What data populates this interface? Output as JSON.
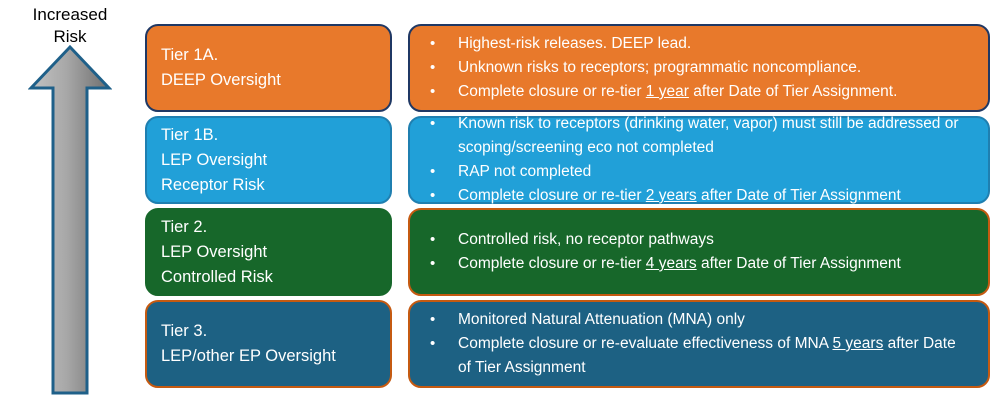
{
  "axis": {
    "label": "Increased\nRisk",
    "arrow_icon": "up-arrow-icon",
    "arrow_direction": "up",
    "arrow_fill_light": "#b4b4b4",
    "arrow_fill_dark": "#7a7a7a",
    "arrow_stroke": "#1f6089"
  },
  "colors": {
    "tier1a_fill": "#e8792b",
    "tier1a_border": "#1f3864",
    "tier1b_fill": "#21a0d8",
    "tier1b_border": "#1f7fb0",
    "tier2_fill": "#17672a",
    "tier2_border": "#17672a",
    "tier3_fill": "#1d6183",
    "tier3_border": "#c55a11",
    "text": "#ffffff"
  },
  "tiers": [
    {
      "id": "tier-1a",
      "fill": "#e8792b",
      "border": "#1f3864",
      "detail_fill": "#e8792b",
      "detail_border": "#1f3864",
      "label_lines": [
        "Tier 1A.",
        "DEEP Oversight"
      ],
      "bullet_marker": "•",
      "bullets": [
        {
          "parts": [
            {
              "t": "Highest-risk releases. DEEP lead.",
              "u": false
            }
          ]
        },
        {
          "parts": [
            {
              "t": "Unknown risks to receptors; programmatic noncompliance.",
              "u": false
            }
          ]
        },
        {
          "parts": [
            {
              "t": "Complete closure or re-tier ",
              "u": false
            },
            {
              "t": "1 year",
              "u": true
            },
            {
              "t": " after Date of Tier Assignment.",
              "u": false
            }
          ]
        }
      ]
    },
    {
      "id": "tier-1b",
      "fill": "#21a0d8",
      "border": "#1f7fb0",
      "detail_fill": "#21a0d8",
      "detail_border": "#1f7fb0",
      "label_lines": [
        "Tier 1B.",
        "LEP Oversight",
        "Receptor Risk"
      ],
      "bullet_marker": "•",
      "bullets": [
        {
          "parts": [
            {
              "t": "Known risk to receptors (drinking water, vapor) must still be addressed or scoping/screening eco not completed",
              "u": false
            }
          ]
        },
        {
          "parts": [
            {
              "t": "RAP not completed",
              "u": false
            }
          ]
        },
        {
          "parts": [
            {
              "t": "Complete closure or re-tier ",
              "u": false
            },
            {
              "t": "2 years",
              "u": true
            },
            {
              "t": " after Date of Tier Assignment",
              "u": false
            }
          ]
        }
      ]
    },
    {
      "id": "tier-2",
      "fill": "#17672a",
      "border": "#17672a",
      "detail_fill": "#17672a",
      "detail_border": "#c55a11",
      "label_lines": [
        "Tier 2.",
        "LEP Oversight",
        "Controlled Risk"
      ],
      "bullet_marker": "•",
      "bullets": [
        {
          "parts": [
            {
              "t": "Controlled risk, no receptor pathways",
              "u": false
            }
          ]
        },
        {
          "parts": [
            {
              "t": "Complete closure or re-tier ",
              "u": false
            },
            {
              "t": "4 years",
              "u": true
            },
            {
              "t": " after Date of Tier Assignment",
              "u": false
            }
          ]
        }
      ]
    },
    {
      "id": "tier-3",
      "fill": "#1d6183",
      "border": "#c55a11",
      "detail_fill": "#1d6183",
      "detail_border": "#c55a11",
      "label_lines": [
        "Tier 3.",
        "LEP/other EP Oversight"
      ],
      "bullet_marker": "•",
      "bullets": [
        {
          "parts": [
            {
              "t": "Monitored Natural Attenuation (MNA) only",
              "u": false
            }
          ]
        },
        {
          "parts": [
            {
              "t": "Complete closure or re-evaluate effectiveness of MNA ",
              "u": false
            },
            {
              "t": "5 years",
              "u": true
            },
            {
              "t": " after Date of Tier Assignment",
              "u": false
            }
          ]
        }
      ]
    }
  ]
}
